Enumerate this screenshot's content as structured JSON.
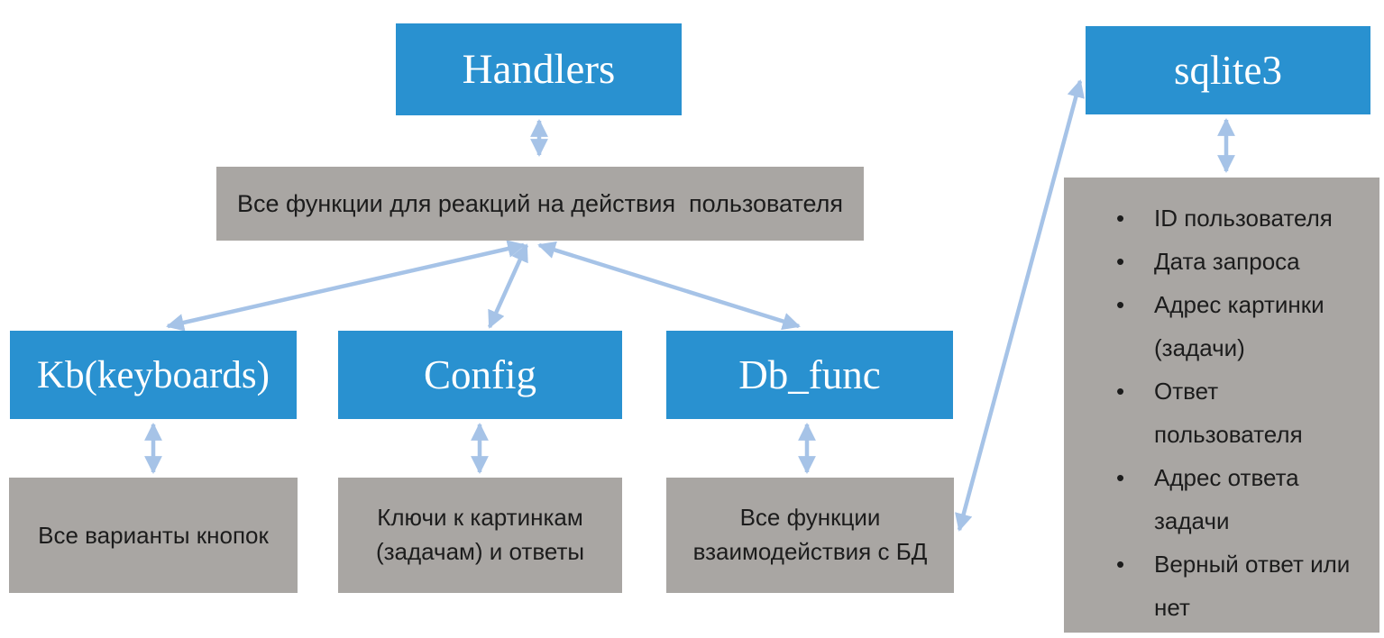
{
  "diagram": {
    "title": "telegram-bot architecture diagram",
    "nodes": {
      "handlers": {
        "label": "Handlers"
      },
      "handlers_desc": {
        "label": "Все функции для реакций на действия  пользователя"
      },
      "kb": {
        "label": "Kb(keyboards)"
      },
      "kb_desc": {
        "label": "Все варианты кнопок"
      },
      "config": {
        "label": "Config"
      },
      "config_desc": {
        "label": "Ключи к картинкам (задачам) и ответы"
      },
      "db_func": {
        "label": "Db_func"
      },
      "db_func_desc": {
        "label": "Все функции взаимодействия с БД"
      },
      "sqlite3": {
        "label": "sqlite3"
      },
      "sqlite3_fields": [
        "ID пользователя",
        "Дата запроса",
        "Адрес картинки (задачи)",
        "Ответ пользователя",
        "Адрес ответа задачи",
        "Верный ответ или нет"
      ]
    },
    "connections": [
      "Handlers <-> handlers_desc",
      "handlers_desc <-> Kb(keyboards)",
      "handlers_desc <-> Config",
      "handlers_desc <-> Db_func",
      "Kb(keyboards) <-> kb_desc",
      "Config <-> config_desc",
      "Db_func <-> db_func_desc",
      "sqlite3 <-> sqlite3_fields",
      "db_func_desc <-> sqlite3"
    ],
    "colors": {
      "module_fill": "#2991d0",
      "module_text": "#ffffff",
      "desc_fill": "#a9a6a3",
      "desc_text": "#1c1c1c",
      "arrow": "#a6c3e7",
      "background": "#ffffff"
    }
  }
}
